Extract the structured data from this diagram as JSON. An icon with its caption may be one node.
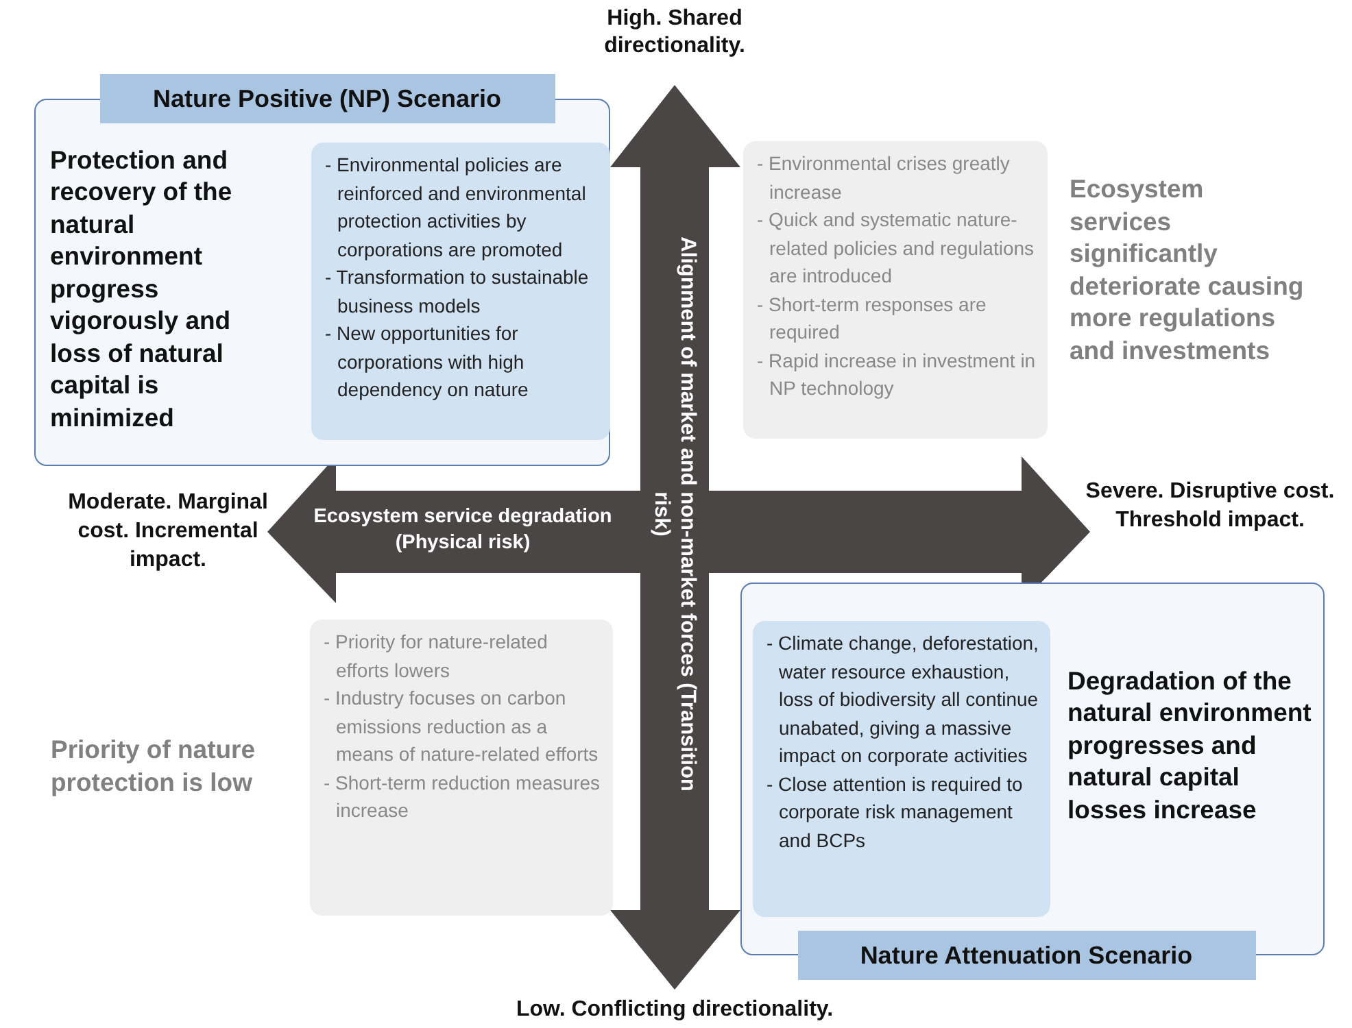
{
  "diagram": {
    "nodes": [
      {
        "text": [
          "Nature Positive (NP) Scenario",
          "Protection and recovery of the natural environment progress vigorously and loss of natural capital is minimized"
        ]
      },
      {
        "text": [
          "- Environmental policies are reinforced and environmental protection activities by corporations are promoted",
          "- Transformation to sustainable business models",
          "- New opportunities for corporations with high dependency on nature"
        ],
        "in": 0
      },
      {
        "text": [
          "- Environmental crises greatly increase",
          "- Quick and systematic nature-related policies and regulations are introduced",
          "- Short-term responses are required",
          "- Rapid increase in investment in NP technology"
        ]
      },
      {
        "text": [
          "- Priority for nature-related efforts lowers",
          "- Industry focuses on carbon emissions reduction as a means of nature-related efforts",
          "- Short-term reduction measures increase"
        ]
      },
      {
        "text": [
          "Degradation of the natural environment progresses and natural capital losses increase",
          "Nature Attenuation Scenario"
        ]
      },
      {
        "text": [
          "- Climate change, deforestation, water resource exhaustion, loss of biodiversity all continue unabated, giving a massive impact on corporate activities",
          "- Close attention is required to corporate risk management and BCPs"
        ],
        "in": 4
      }
    ],
    "labels": [
      "High. Shared directionality.",
      "Ecosystem services significantly deteriorate causing more regulations and investments",
      "Alignment of market and non-market forces (Transition risk)",
      "Moderate. Marginal cost. Incremental impact.",
      "Ecosystem service degradation (Physical risk)",
      "Severe. Disruptive cost. Threshold impact.",
      "Priority of nature protection is low",
      "Low. Conflicting directionality."
    ]
  }
}
